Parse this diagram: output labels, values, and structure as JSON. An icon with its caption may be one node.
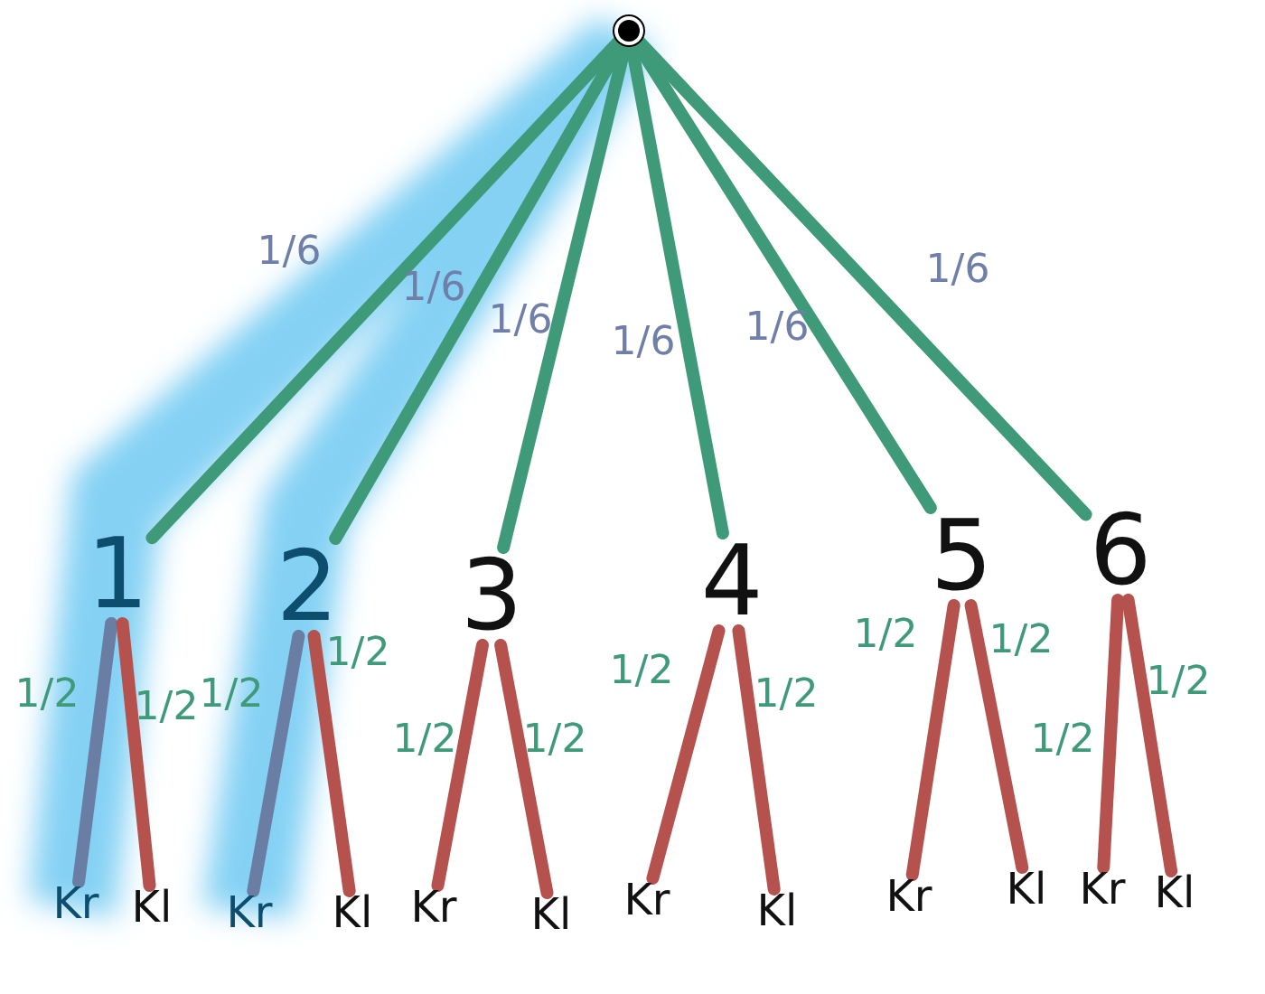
{
  "diagram": {
    "nodes": [
      {
        "text": [],
        "shape": "circle"
      },
      {
        "text": [
          "1"
        ]
      },
      {
        "text": [
          "2"
        ]
      },
      {
        "text": [
          "3"
        ]
      },
      {
        "text": [
          "4"
        ]
      },
      {
        "text": [
          "5"
        ]
      },
      {
        "text": [
          "6"
        ]
      },
      {
        "text": [
          "Kr"
        ]
      },
      {
        "text": [
          "Kl"
        ]
      },
      {
        "text": [
          "Kr"
        ]
      },
      {
        "text": [
          "Kl"
        ]
      },
      {
        "text": [
          "Kr"
        ]
      },
      {
        "text": [
          "Kl"
        ]
      },
      {
        "text": [
          "Kr"
        ]
      },
      {
        "text": [
          "Kl"
        ]
      },
      {
        "text": [
          "Kr"
        ]
      },
      {
        "text": [
          "Kl"
        ]
      },
      {
        "text": [
          "Kr"
        ]
      },
      {
        "text": [
          "Kl"
        ]
      }
    ],
    "edges": [
      {
        "from": 0,
        "to": 1,
        "arrow": "none",
        "label": "1/6",
        "color": "#3f9a7a"
      },
      {
        "from": 0,
        "to": 2,
        "arrow": "none",
        "label": "1/6",
        "color": "#3f9a7a"
      },
      {
        "from": 0,
        "to": 3,
        "arrow": "none",
        "label": "1/6",
        "color": "#3f9a7a"
      },
      {
        "from": 0,
        "to": 4,
        "arrow": "none",
        "label": "1/6",
        "color": "#3f9a7a"
      },
      {
        "from": 0,
        "to": 5,
        "arrow": "none",
        "label": "1/6",
        "color": "#3f9a7a"
      },
      {
        "from": 0,
        "to": 6,
        "arrow": "none",
        "label": "1/6",
        "color": "#3f9a7a"
      },
      {
        "from": 1,
        "to": 7,
        "arrow": "none",
        "label": "1/2",
        "color": "#6a7ea4"
      },
      {
        "from": 1,
        "to": 8,
        "arrow": "none",
        "label": "1/2"
      },
      {
        "from": 2,
        "to": 9,
        "arrow": "none",
        "label": "1/2",
        "color": "#6a7ea4"
      },
      {
        "from": 2,
        "to": 10,
        "arrow": "none",
        "label": "1/2"
      },
      {
        "from": 3,
        "to": 11,
        "arrow": "none",
        "label": "1/2"
      },
      {
        "from": 3,
        "to": 12,
        "arrow": "none",
        "label": "1/2"
      },
      {
        "from": 4,
        "to": 13,
        "arrow": "none",
        "label": "1/2"
      },
      {
        "from": 4,
        "to": 14,
        "arrow": "none",
        "label": "1/2"
      },
      {
        "from": 5,
        "to": 15,
        "arrow": "none",
        "label": "1/2"
      },
      {
        "from": 5,
        "to": 16,
        "arrow": "none",
        "label": "1/2"
      },
      {
        "from": 6,
        "to": 17,
        "arrow": "none",
        "label": "1/2"
      },
      {
        "from": 6,
        "to": 18,
        "arrow": "none",
        "label": "1/2"
      }
    ]
  }
}
